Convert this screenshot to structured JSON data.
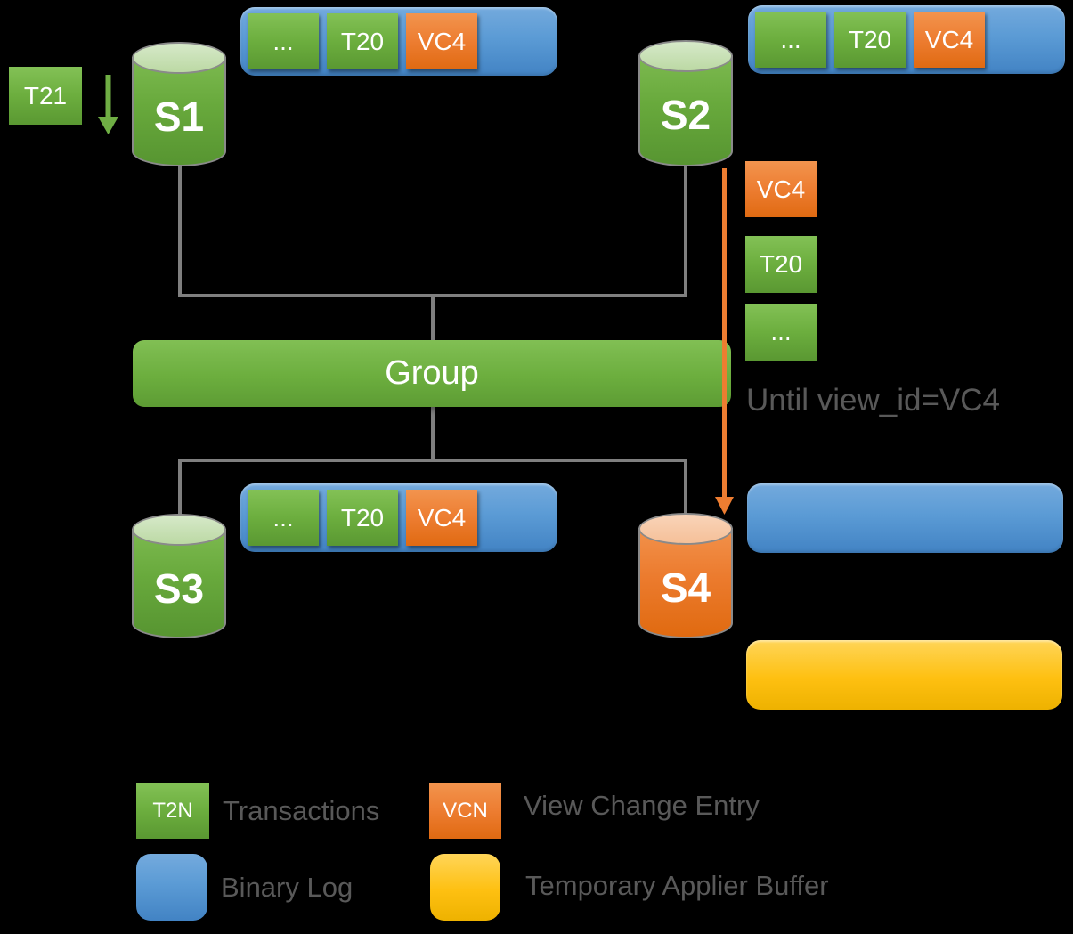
{
  "colors": {
    "transaction_green": "#6cae3e",
    "view_change_orange": "#ed7d31",
    "binlog_blue": "#5b9bd5",
    "buffer_yellow": "#ffc000",
    "connector_gray": "#7f7f7f",
    "note_gray": "#595959"
  },
  "incoming_transaction": {
    "label": "T21"
  },
  "servers": {
    "s1": {
      "label": "S1"
    },
    "s2": {
      "label": "S2"
    },
    "s3": {
      "label": "S3"
    },
    "s4": {
      "label": "S4"
    }
  },
  "group": {
    "label": "Group"
  },
  "binlog_s1": {
    "entries": [
      {
        "label": "...",
        "type": "transaction"
      },
      {
        "label": "T20",
        "type": "transaction"
      },
      {
        "label": "VC4",
        "type": "view_change"
      }
    ]
  },
  "binlog_s2": {
    "entries": [
      {
        "label": "...",
        "type": "transaction"
      },
      {
        "label": "T20",
        "type": "transaction"
      },
      {
        "label": "VC4",
        "type": "view_change"
      }
    ]
  },
  "binlog_s3": {
    "entries": [
      {
        "label": "...",
        "type": "transaction"
      },
      {
        "label": "T20",
        "type": "transaction"
      },
      {
        "label": "VC4",
        "type": "view_change"
      }
    ]
  },
  "recovery_stream": {
    "entries": [
      {
        "label": "VC4",
        "type": "view_change"
      },
      {
        "label": "T20",
        "type": "transaction"
      },
      {
        "label": "...",
        "type": "transaction"
      }
    ],
    "note": "Until view_id=VC4"
  },
  "legend": {
    "transactions": {
      "swatch_label": "T2N",
      "label": "Transactions"
    },
    "view_change": {
      "swatch_label": "VCN",
      "label": "View Change Entry"
    },
    "binary_log": {
      "label": "Binary Log"
    },
    "applier_buffer": {
      "label": "Temporary Applier Buffer"
    }
  }
}
